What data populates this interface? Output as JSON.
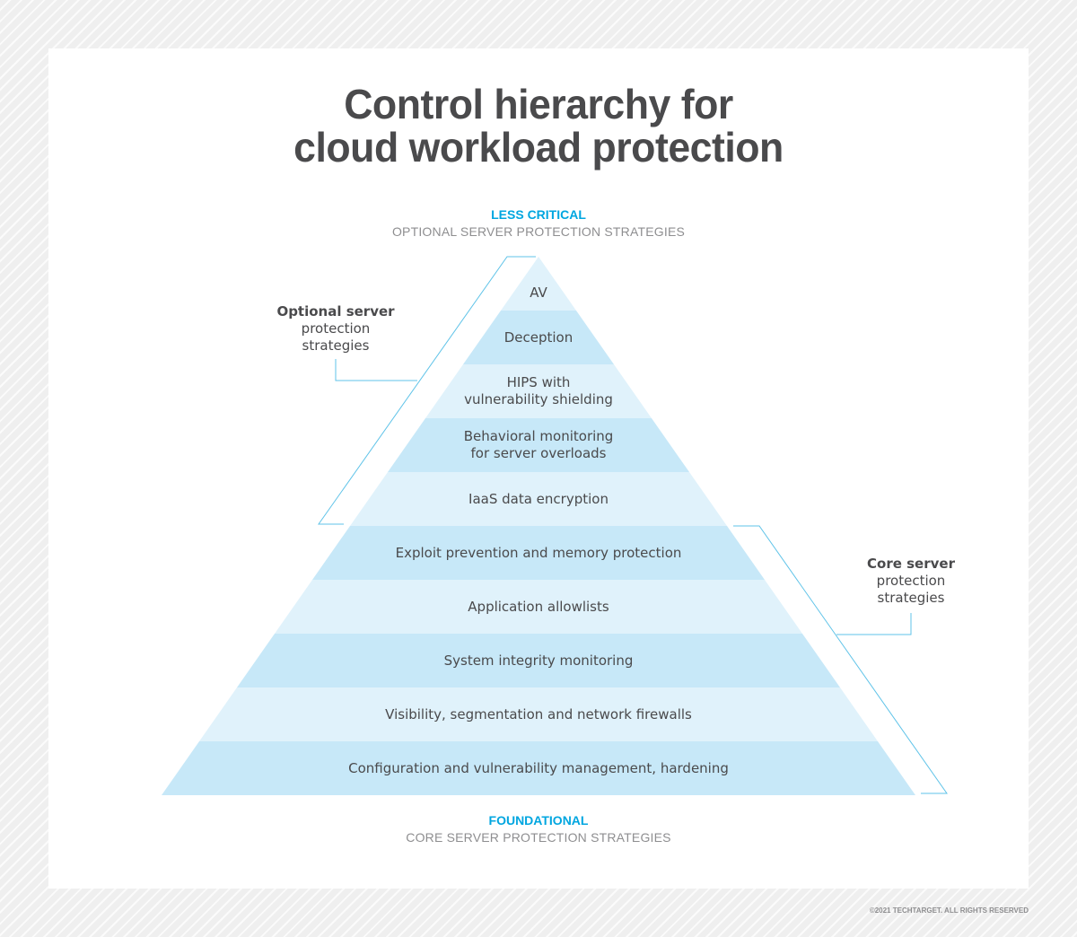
{
  "title": {
    "line1": "Control hierarchy for",
    "line2": "cloud workload protection"
  },
  "top_label": {
    "title": "LESS CRITICAL",
    "subtitle": "OPTIONAL SERVER PROTECTION STRATEGIES"
  },
  "bottom_label": {
    "title": "FOUNDATIONAL",
    "subtitle": "CORE SERVER PROTECTION STRATEGIES"
  },
  "pyramid": {
    "levels": [
      {
        "line1": "AV",
        "line2": ""
      },
      {
        "line1": "Deception",
        "line2": ""
      },
      {
        "line1": "HIPS with",
        "line2": "vulnerability shielding"
      },
      {
        "line1": "Behavioral monitoring",
        "line2": "for server overloads"
      },
      {
        "line1": "IaaS data encryption",
        "line2": ""
      },
      {
        "line1": "Exploit prevention and memory protection",
        "line2": ""
      },
      {
        "line1": "Application allowlists",
        "line2": ""
      },
      {
        "line1": "System integrity monitoring",
        "line2": ""
      },
      {
        "line1": "Visibility, segmentation and network firewalls",
        "line2": ""
      },
      {
        "line1": "Configuration and vulnerability management, hardening",
        "line2": ""
      }
    ],
    "colors": {
      "light": "#e0f2fb",
      "dark": "#c7e8f8",
      "bracket": "#5fc3e8"
    }
  },
  "callouts": {
    "optional": {
      "bold": "Optional server",
      "line2": "protection",
      "line3": "strategies"
    },
    "core": {
      "bold": "Core server",
      "line2": "protection",
      "line3": "strategies"
    }
  },
  "footer": {
    "copyright": "©2021 TECHTARGET. ALL RIGHTS RESERVED"
  }
}
